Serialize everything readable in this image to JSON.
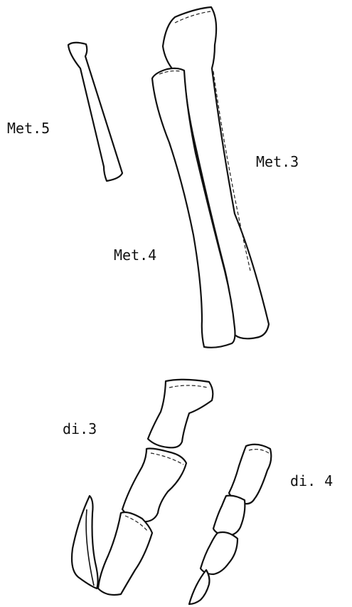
{
  "labels": {
    "met5": "Met.5",
    "met3": "Met.3",
    "met4": "Met.4",
    "di3": "di.3",
    "di4": "di. 4"
  },
  "colors": {
    "ink": "#111111",
    "paper": "#ffffff"
  }
}
